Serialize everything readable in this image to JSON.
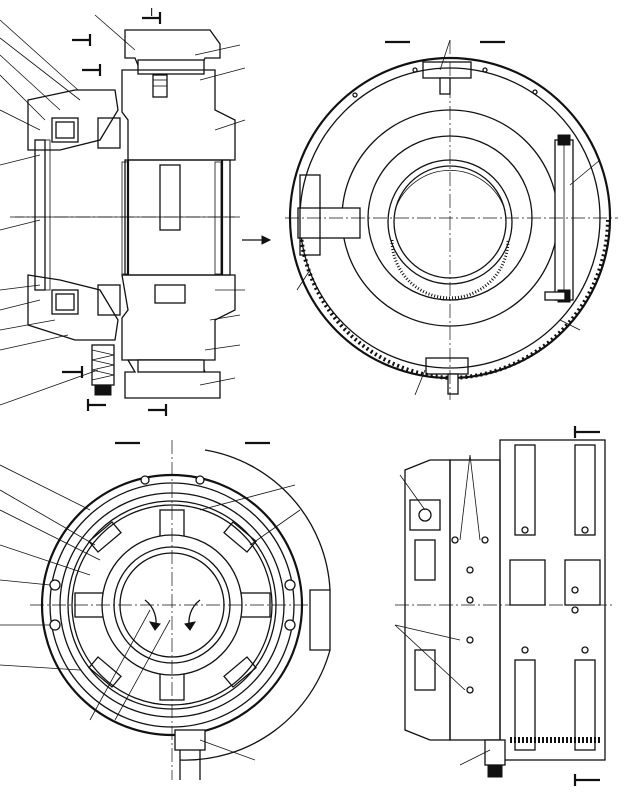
{
  "drawing": {
    "views": [
      {
        "id": "view-longitudinal-section",
        "description_key": "top-left"
      },
      {
        "id": "view-cross-section",
        "description_key": "top-right"
      },
      {
        "id": "view-half-section-ribs",
        "description_key": "bottom-left"
      },
      {
        "id": "view-plan",
        "description_key": "bottom-right"
      }
    ],
    "section_markers": [
      "I",
      "I",
      "I",
      "I"
    ],
    "colors": {
      "ink": "#111111",
      "paper": "#ffffff"
    }
  }
}
